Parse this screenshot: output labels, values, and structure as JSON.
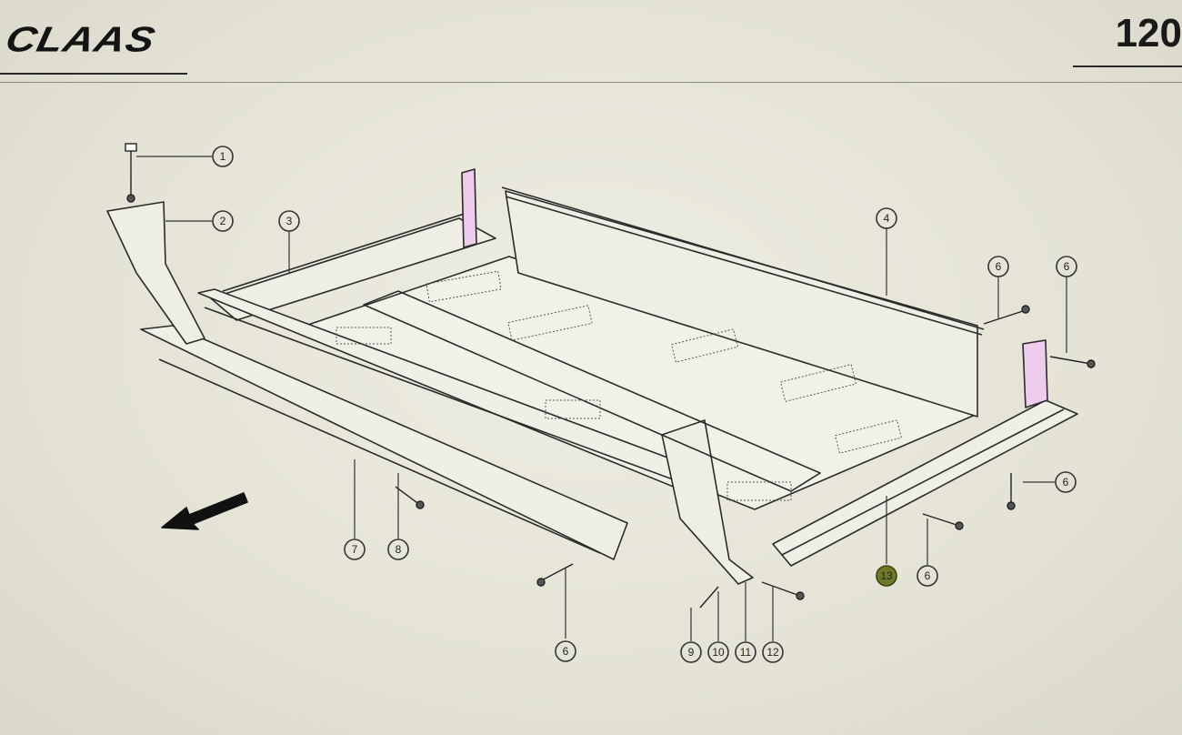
{
  "header": {
    "brand": "CLAAS",
    "page_number": "120"
  },
  "callouts": [
    {
      "id": "c1",
      "label": "1"
    },
    {
      "id": "c2",
      "label": "2"
    },
    {
      "id": "c3",
      "label": "3"
    },
    {
      "id": "c4",
      "label": "4"
    },
    {
      "id": "c6a",
      "label": "6"
    },
    {
      "id": "c6b",
      "label": "6"
    },
    {
      "id": "c6c",
      "label": "6"
    },
    {
      "id": "c6d",
      "label": "6"
    },
    {
      "id": "c7",
      "label": "7"
    },
    {
      "id": "c8",
      "label": "8"
    },
    {
      "id": "c6e",
      "label": "6"
    },
    {
      "id": "c9",
      "label": "9"
    },
    {
      "id": "c10",
      "label": "10"
    },
    {
      "id": "c11",
      "label": "11"
    },
    {
      "id": "c12",
      "label": "12"
    },
    {
      "id": "c13",
      "label": "13"
    }
  ],
  "colors": {
    "line": "#2b2b2b",
    "highlight": "#6f7a24"
  }
}
